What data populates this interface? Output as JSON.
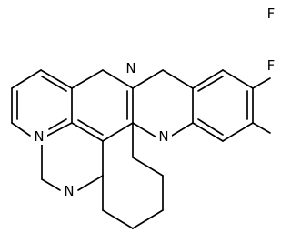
{
  "molecule": {
    "atoms": {
      "n_left_ring": "N",
      "n_bottom_ring": "N",
      "n_pyrazine_top": "N",
      "n_pyrazine_bottom": "N",
      "f_top": "F",
      "f_right": "F"
    }
  }
}
